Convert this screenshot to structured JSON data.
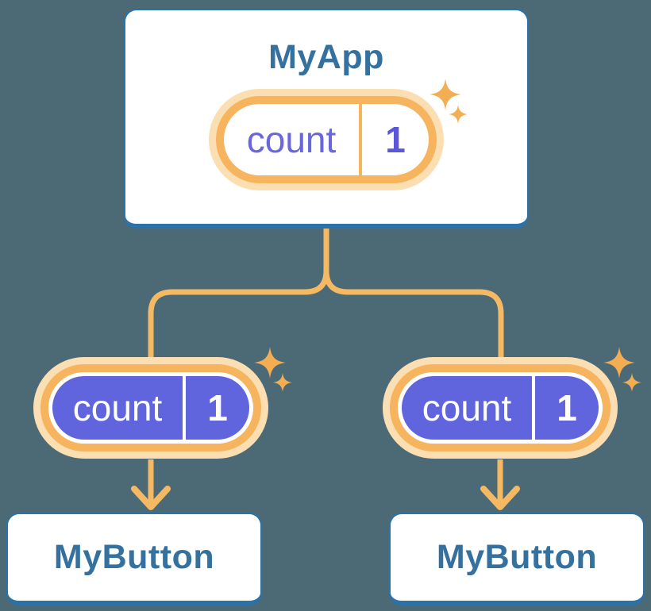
{
  "diagram": {
    "root": {
      "title": "MyApp",
      "pill": {
        "label": "count",
        "value": "1"
      }
    },
    "children": [
      {
        "title": "MyButton",
        "pill": {
          "label": "count",
          "value": "1"
        }
      },
      {
        "title": "MyButton",
        "pill": {
          "label": "count",
          "value": "1"
        }
      }
    ]
  },
  "icons": {
    "sparkle": "four-point-star",
    "arrow_down": "chevron-arrow-down"
  },
  "colors": {
    "background": "#4C6976",
    "card_border": "#2B72A8",
    "card_bg": "#FFFFFF",
    "title_text": "#34719F",
    "orange": "#F5B963",
    "orange_ring": "#F6B45F",
    "orange_glow": "#FBDEB1",
    "purple": "#6065DE",
    "pill_label_purple": "#6A67DD",
    "pill_value_purple": "#5B57DB",
    "pill_text_white": "#FFFFFF",
    "sparkle": "#F3AD52"
  }
}
